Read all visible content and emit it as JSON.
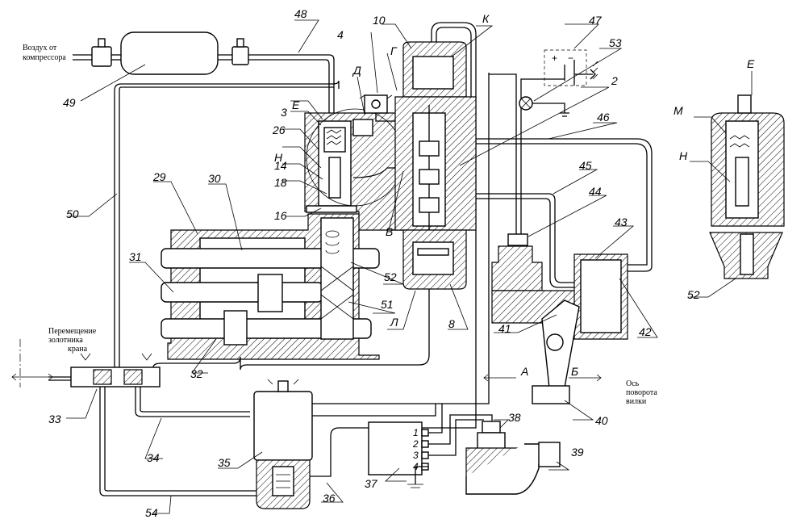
{
  "text_notes": {
    "air_from_compressor_1": "Воздух от",
    "air_from_compressor_2": "компрессора",
    "spool_move_1": "Перемещение",
    "spool_move_2": "золотника",
    "spool_move_3": "крана",
    "fork_axis_1": "Ось",
    "fork_axis_2": "поворота",
    "fork_axis_3": "вилки"
  },
  "letters": {
    "G": "Г",
    "D": "Д",
    "E": "Е",
    "N": "Н",
    "K": "К",
    "V": "В",
    "L": "Л",
    "A": "А",
    "B": "Б",
    "M": "М",
    "E2": "Е",
    "N2": "Н"
  },
  "numbers": {
    "n2": "2",
    "n3": "3",
    "n4": "4",
    "n8": "8",
    "n10": "10",
    "n14": "14",
    "n16": "16",
    "n18": "18",
    "n26": "26",
    "n29": "29",
    "n30": "30",
    "n31": "31",
    "n32": "32",
    "n33": "33",
    "n34": "34",
    "n35": "35",
    "n36": "36",
    "n37": "37",
    "n38": "38",
    "n39": "39",
    "n40": "40",
    "n41": "41",
    "n42": "42",
    "n43": "43",
    "n44": "44",
    "n45": "45",
    "n46": "46",
    "n47": "47",
    "n48": "48",
    "n49": "49",
    "n50": "50",
    "n51": "51",
    "n52": "52",
    "n52b": "52",
    "n53": "53",
    "n54": "54"
  },
  "terminals": [
    "1",
    "2",
    "3",
    "4"
  ],
  "battery_signs": {
    "plus": "+",
    "minus": "−"
  }
}
